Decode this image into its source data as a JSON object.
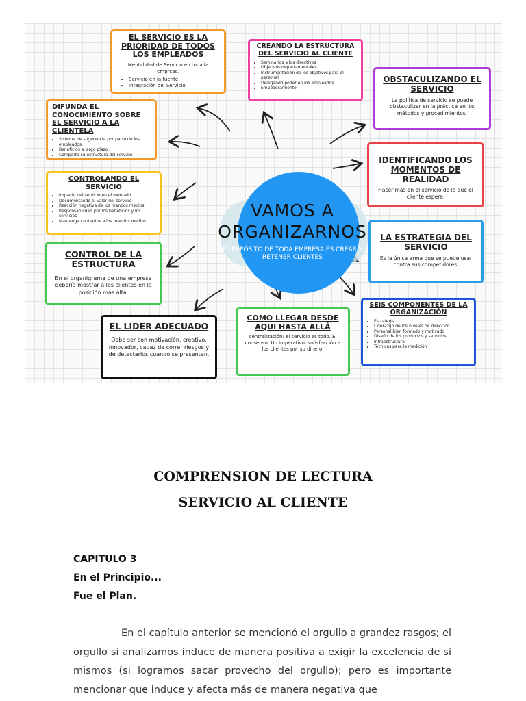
{
  "mindmap": {
    "center": {
      "title": "VAMOS A ORGANIZARNOS",
      "subtitle": "EL PRPÓSITO DE TODA EMPRESA ES CREAR Y RETENER CLIENTES"
    },
    "boxes": {
      "prioridad": {
        "title": "EL SERVICIO ES LA PRIORIDAD DE TODOS LOS EMPLEADOS",
        "text": "Mentalidad de Servicio en toda la empresa.",
        "items": [
          "Servicio en la fuente",
          "Integración del Servicio"
        ]
      },
      "estructura": {
        "title": "CREANDO LA ESTRUCTURA DEL SERVICIO AL CLIENTE",
        "items": [
          "Seminarios a los directivos",
          "Objetivos departamentales",
          "Instrumentación de los objetivos para el personal",
          "Delegando poder en los empleados",
          "Empoderamiento"
        ]
      },
      "obstaculizando": {
        "title": "OBSTACULIZANDO EL SERVICIO",
        "text": "La política de servicio se puede obstaculizar en la práctica en los métodos y procedimientos."
      },
      "difunda": {
        "title": "DIFUNDA EL CONOCIMIENTO SOBRE EL SERVICIO A LA CLIENTELA",
        "items": [
          "Sistema de sugerencia por parte de los empleados.",
          "Beneficios a largo plazo",
          "Comparta su estructura del servicio"
        ]
      },
      "identificando": {
        "title": "IDENTIFICANDO LOS MOMENTOS DE REALIDAD",
        "text": "Hacer más en el servicio de lo que el cliente espera."
      },
      "controlando": {
        "title": "CONTROLANDO EL SERVICIO",
        "items": [
          "Impacto del servicio en el mercado",
          "Documentando el valor del servicio",
          "Reacción negativa de los mandos medios",
          "Responsabilidad por los beneficios y los servicios",
          "Mantenga contentos a los mandos medios"
        ]
      },
      "estrategia": {
        "title": "LA ESTRATEGIA DEL SERVICIO",
        "text": "Es la única arma que se puede usar contra sus competidores."
      },
      "control_estructura": {
        "title": "CONTROL DE LA ESTRUCTURA",
        "text": "En el organigrama de una empresa debería mostrar a los clientes en la posición más alta."
      },
      "componentes": {
        "title": "SEIS COMPONENTES DE LA ORGANIZACIÓN",
        "items": [
          "Estrategia",
          "Liderazgo de los niveles de dirección",
          "Personal bien formado y motivado",
          "Diseño de los productos y servicios",
          "Infraestructura",
          "Técnicas para la medición"
        ]
      },
      "lider": {
        "title": "EL LIDER ADECUADO",
        "text": "Debe ser con motivación, creativo, innovador, capaz de correr riesgos y de detectarlos cuando se presentan."
      },
      "como_llegar": {
        "title": "CÓMO LLEGAR DESDE AQUI HASTA ALLÁ",
        "text": "centralización: el servicio es todo. El consenso: Un imperativo. satisfacción a los clientes por su dinero."
      }
    },
    "colors": {
      "orange": "#f59a2a",
      "pink": "#ee3fa4",
      "purple": "#b03cd8",
      "yellow": "#f3c41d",
      "red": "#e8434a",
      "blue": "#2b9de8",
      "green": "#43c94f",
      "black": "#111111",
      "darkblue": "#1e55d6",
      "center": "#2196f3"
    }
  },
  "document": {
    "title1": "COMPRENSION DE LECTURA",
    "title2": "SERVICIO AL CLIENTE",
    "chapter": "CAPITULO 3",
    "subtitle1": "En el Principio...",
    "subtitle2": "Fue el Plan.",
    "paragraph": "En el capítulo anterior se mencionó el orgullo a grandez rasgos; el orgullo si analizamos induce de manera positiva a exigir la excelencia de sí mismos (si logramos sacar provecho del orgullo); pero es importante mencionar que induce y afecta más de manera negativa que"
  }
}
